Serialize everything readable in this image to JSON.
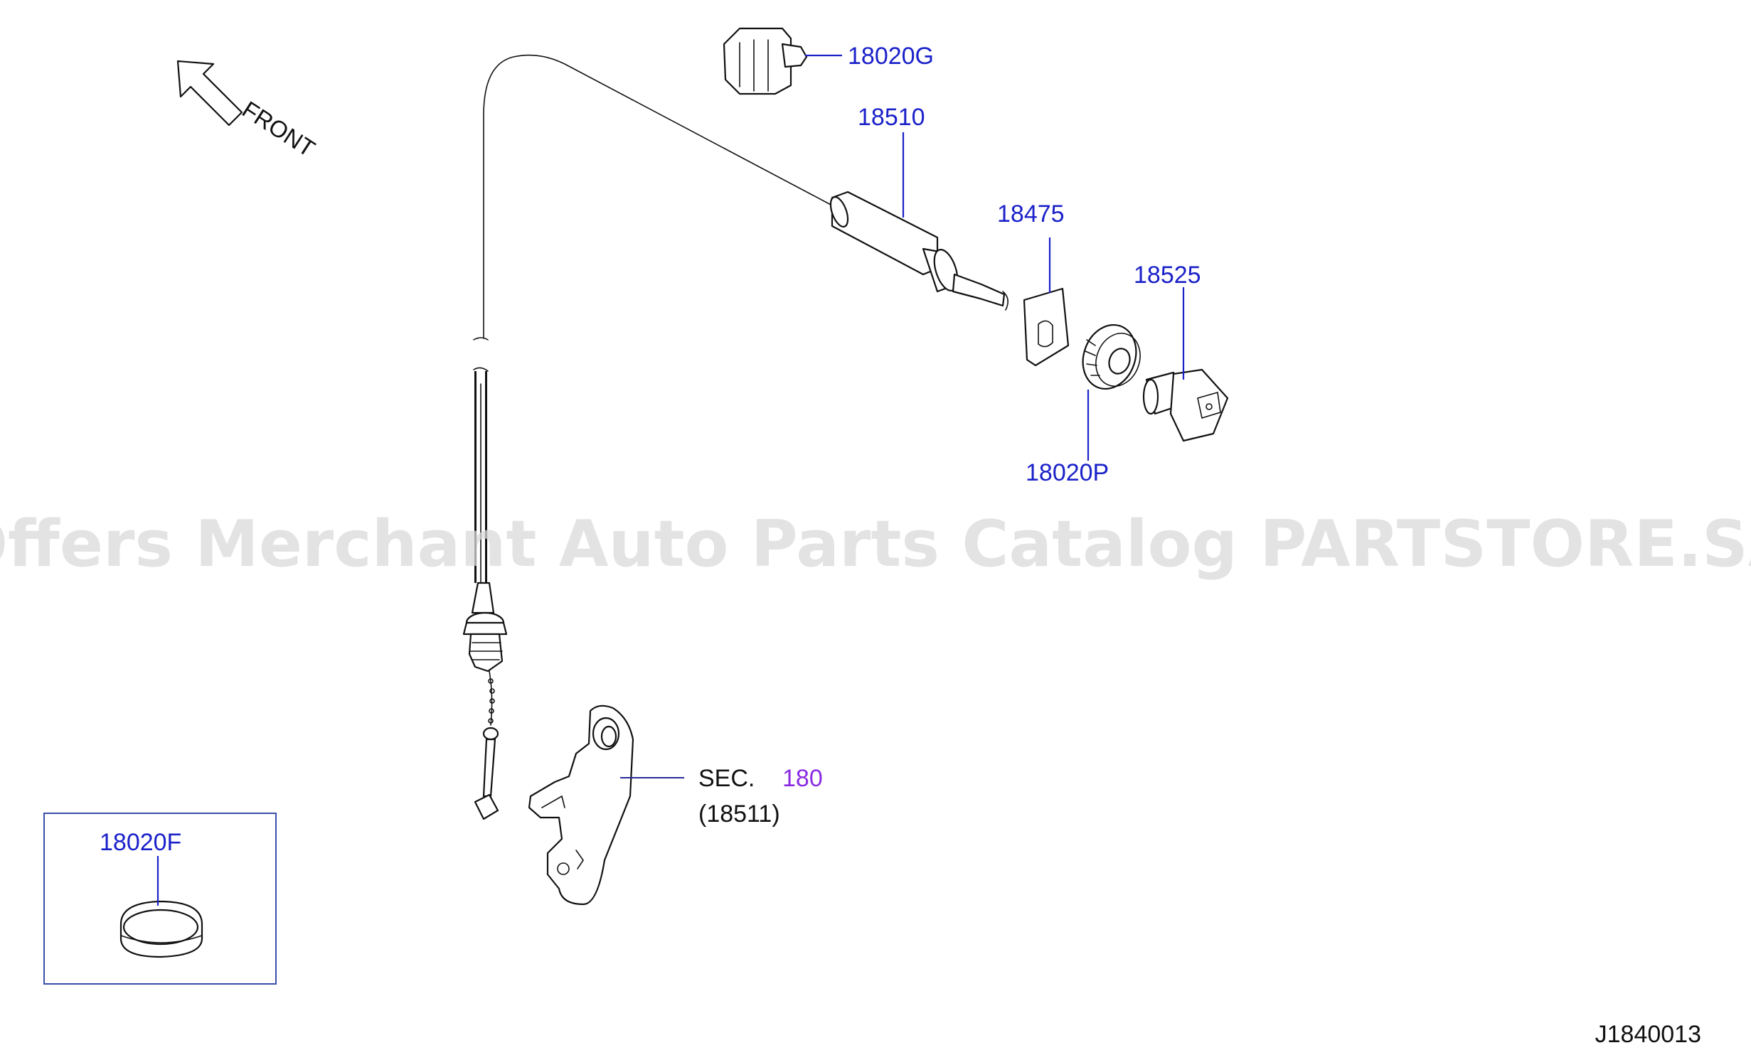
{
  "front_label": "FRONT",
  "watermark": "Offers Merchant Auto Parts Catalog PARTSTORE.SA",
  "diagram_code": "J1840013",
  "callouts": {
    "clip": "18020G",
    "cable": "18510",
    "bracket_plate": "18475",
    "retainer": "18525",
    "nut": "18020P",
    "grommet": "18020F"
  },
  "section_ref": {
    "prefix": "SEC.",
    "number": "180",
    "part": "(18511)"
  },
  "colors": {
    "callout": "#1b22c9",
    "section_link": "#8a2be2",
    "watermark": "#d9d9d9"
  }
}
